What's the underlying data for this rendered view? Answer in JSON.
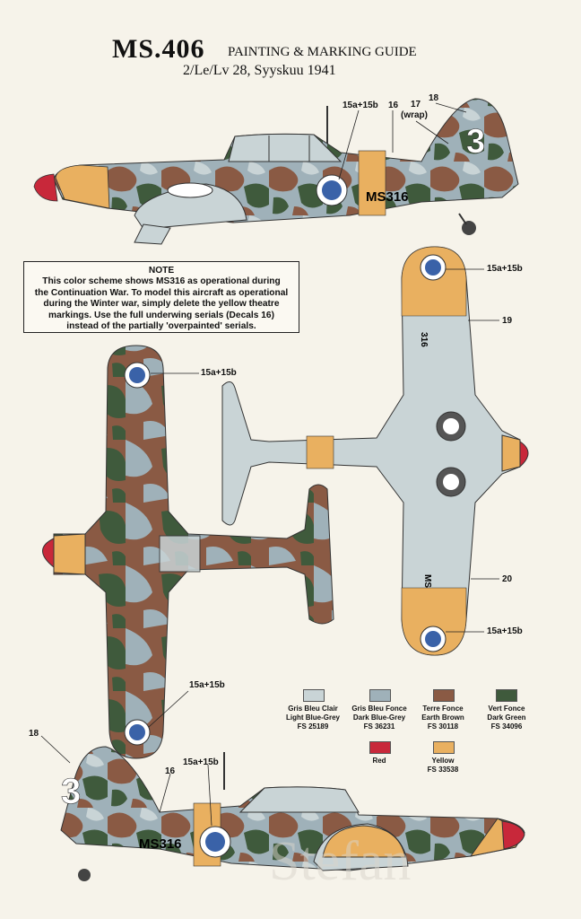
{
  "title": {
    "model": "MS.406",
    "guide": "PAINTING & MARKING GUIDE",
    "unit": "2/Le/Lv 28, Syyskuu 1941"
  },
  "callouts": {
    "top_15a15b": "15a+15b",
    "top_16": "16",
    "top_17": "17",
    "top_wrap": "(wrap)",
    "top_18": "18",
    "under_15a15b_top": "15a+15b",
    "under_19": "19",
    "under_20": "20",
    "under_15a15b_bottom": "15a+15b",
    "upper_15a15b_top": "15a+15b",
    "upper_15a15b_bottom": "15a+15b",
    "bottom_18": "18",
    "bottom_16": "16",
    "bottom_15a15b": "15a+15b"
  },
  "serials": {
    "top_side": "MS316",
    "bottom_side": "MS316",
    "under_wing_1": "316",
    "under_wing_2": "MS"
  },
  "tail_numeral": "3",
  "note": {
    "heading": "NOTE",
    "lines": [
      "This color scheme shows MS316 as operational during",
      "the Continuation War.   To model this aircraft as operational",
      "during the Winter war, simply delete the yellow theatre",
      "markings. Use the full underwing serials (Decals 16)",
      "instead of the partially 'overpainted' serials."
    ]
  },
  "colors": [
    {
      "name_fr": "Gris Bleu Clair",
      "name_en": "Light Blue-Grey",
      "fs": "FS 25189",
      "hex": "#c9d4d6"
    },
    {
      "name_fr": "Gris Bleu Fonce",
      "name_en": "Dark Blue-Grey",
      "fs": "FS 36231",
      "hex": "#9fb1b9"
    },
    {
      "name_fr": "Terre Fonce",
      "name_en": "Earth Brown",
      "fs": "FS 30118",
      "hex": "#8a5a44"
    },
    {
      "name_fr": "Vert Fonce",
      "name_en": "Dark Green",
      "fs": "FS 34096",
      "hex": "#3f5a3c"
    },
    {
      "name_fr": "Red",
      "name_en": "",
      "fs": "",
      "hex": "#c8283a"
    },
    {
      "name_fr": "Yellow",
      "name_en": "",
      "fs": "FS 33538",
      "hex": "#e9b060"
    }
  ],
  "watermark": "Stefan"
}
